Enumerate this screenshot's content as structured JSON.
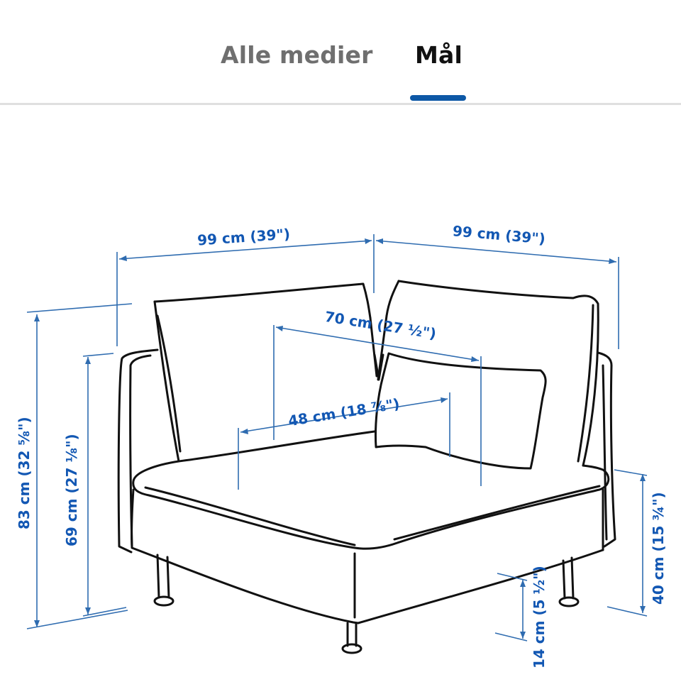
{
  "tabs": [
    {
      "label": "Alle medier",
      "active": false
    },
    {
      "label": "Mål",
      "active": true
    }
  ],
  "colors": {
    "active_indicator": "#0d58a6",
    "dimension_text": "#1257b3",
    "dimension_line": "#2f6cb0",
    "inactive_tab": "#6f6f6f",
    "active_tab": "#111111",
    "divider": "#dfdfdf"
  },
  "drawing": {
    "subject": "corner sofa section with back cushions and legs",
    "dimensions": {
      "width_left": "99 cm (39\")",
      "width_right": "99 cm (39\")",
      "seat_depth_back": "70 cm (27 ½\")",
      "seat_depth": "48 cm (18 ⅞\")",
      "total_height": "83 cm (32 ⅝\")",
      "armrest_height": "69 cm (27 ⅛\")",
      "seat_height": "40 cm (15 ¾\")",
      "leg_height": "14 cm (5 ½\")"
    }
  }
}
